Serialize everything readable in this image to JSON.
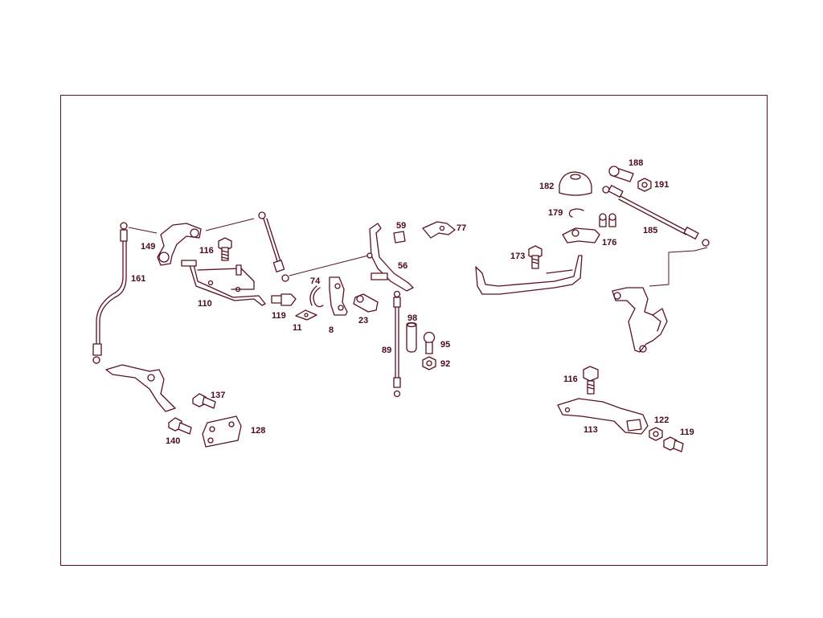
{
  "colors": {
    "line": "#5a1020",
    "text": "#4a0a1a",
    "background": "#ffffff"
  },
  "callouts": {
    "c188": "188",
    "c191": "191",
    "c182": "182",
    "c179": "179",
    "c185": "185",
    "c176": "176",
    "c173": "173",
    "c59": "59",
    "c77": "77",
    "c56": "56",
    "c149": "149",
    "c116a": "116",
    "c161": "161",
    "c110": "110",
    "c74": "74",
    "c119a": "119",
    "c11": "11",
    "c8": "8",
    "c23": "23",
    "c98": "98",
    "c95": "95",
    "c89": "89",
    "c92": "92",
    "c137": "137",
    "c128": "128",
    "c140": "140",
    "c116b": "116",
    "c122": "122",
    "c113": "113",
    "c119b": "119"
  }
}
